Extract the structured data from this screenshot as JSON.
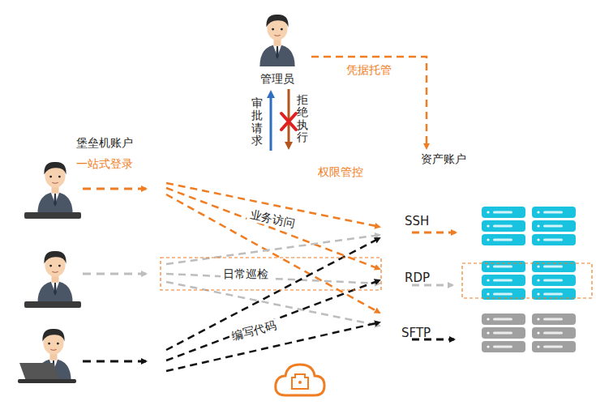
{
  "diagram": {
    "nodes": [
      {
        "text": [
          "管理员"
        ]
      },
      {
        "text": [
          "资产账户"
        ]
      },
      {
        "text": [
          "SSH"
        ]
      },
      {
        "text": [
          "RDP"
        ]
      },
      {
        "text": [
          "SFTP"
        ]
      }
    ],
    "edges": [
      {
        "from": 0,
        "to": 1,
        "label": "凭据托管",
        "arrow": "to"
      }
    ],
    "labels": [
      "堡垒机账户",
      "一站式登录",
      "审批请求",
      "拒绝执行",
      "权限管控",
      "业务访问",
      "日常巡检",
      "编写代码"
    ]
  }
}
